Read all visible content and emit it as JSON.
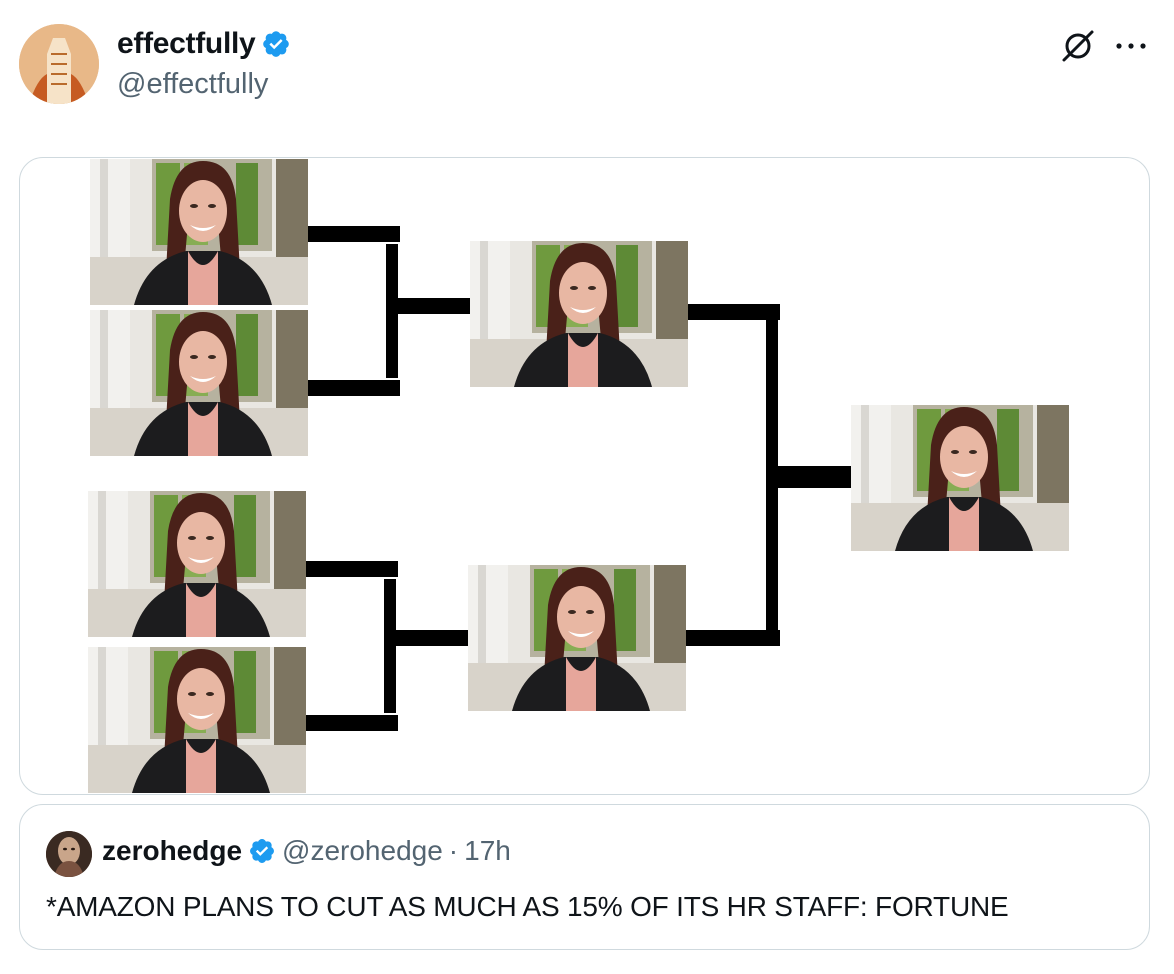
{
  "post": {
    "author": {
      "display_name": "effectfully",
      "handle": "@effectfully",
      "verified": true
    },
    "icons": {
      "grok": "grok-icon",
      "more": "more-icon"
    }
  },
  "quote": {
    "author": {
      "display_name": "zerohedge",
      "handle": "@zerohedge",
      "verified": true
    },
    "separator": "·",
    "time": "17h",
    "text": "*AMAZON PLANS TO CUT AS MUCH AS 15% OF ITS HR STAFF: FORTUNE"
  },
  "colors": {
    "verified_badge": "#1d9bf0",
    "secondary_text": "#536471",
    "border": "#cfd9de"
  }
}
